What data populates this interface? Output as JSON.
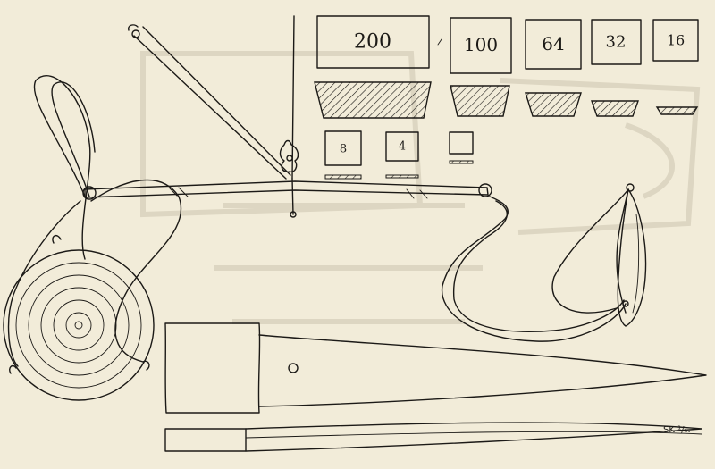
{
  "weights": {
    "top_row": [
      "200",
      "100",
      "64",
      "32",
      "16"
    ],
    "bottom_row": [
      "8",
      "4"
    ]
  },
  "signature": "SK ¹/₁."
}
